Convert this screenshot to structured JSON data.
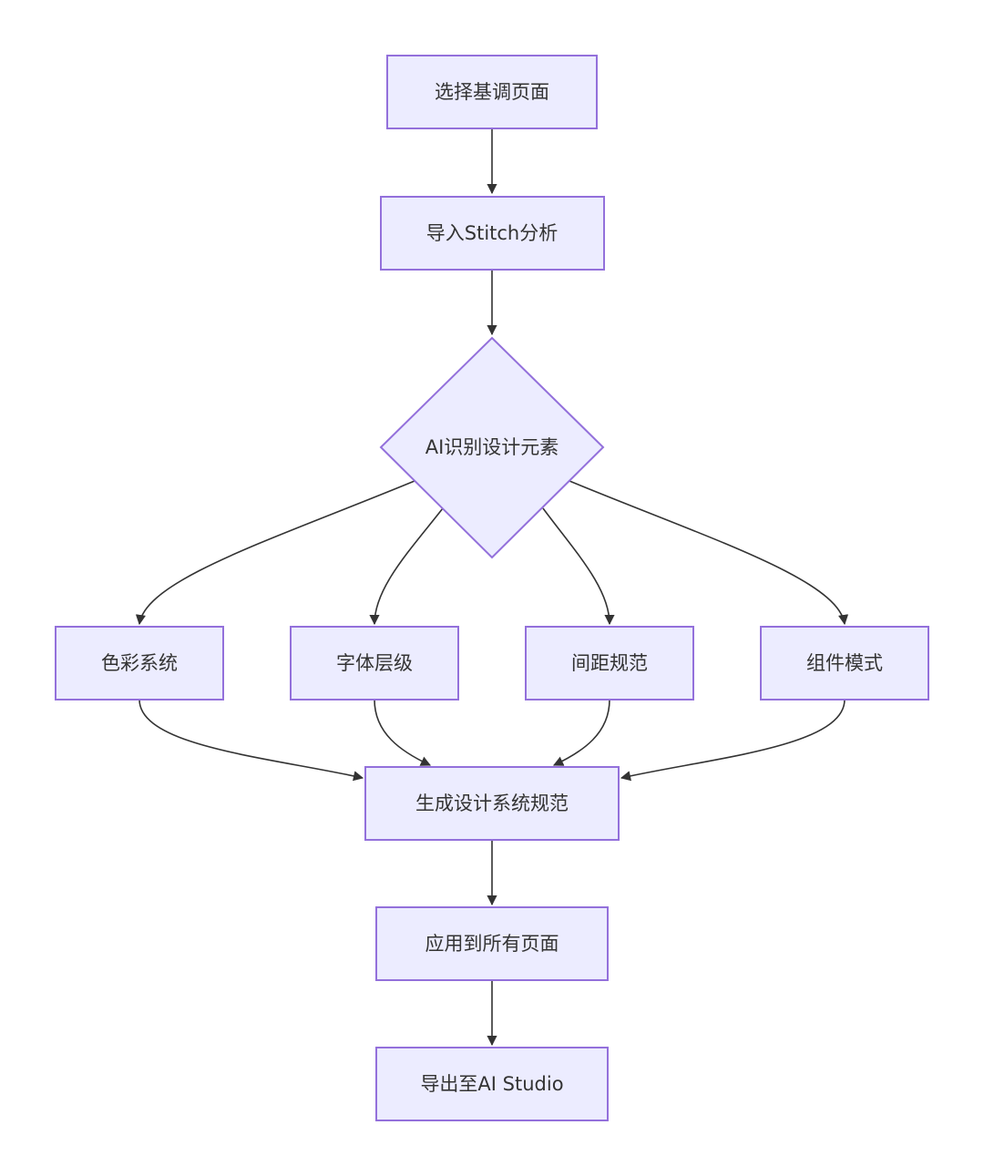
{
  "nodes": {
    "select_page": "选择基调页面",
    "import_stitch": "导入Stitch分析",
    "ai_identify": "AI识别设计元素",
    "color_system": "色彩系统",
    "typography": "字体层级",
    "spacing": "间距规范",
    "components": "组件模式",
    "generate_spec": "生成设计系统规范",
    "apply_all": "应用到所有页面",
    "export_studio": "导出至AI Studio"
  },
  "style": {
    "node_fill": "#ECECFF",
    "node_stroke": "#9370DB",
    "edge_color": "#333333",
    "text_color": "#333333"
  }
}
